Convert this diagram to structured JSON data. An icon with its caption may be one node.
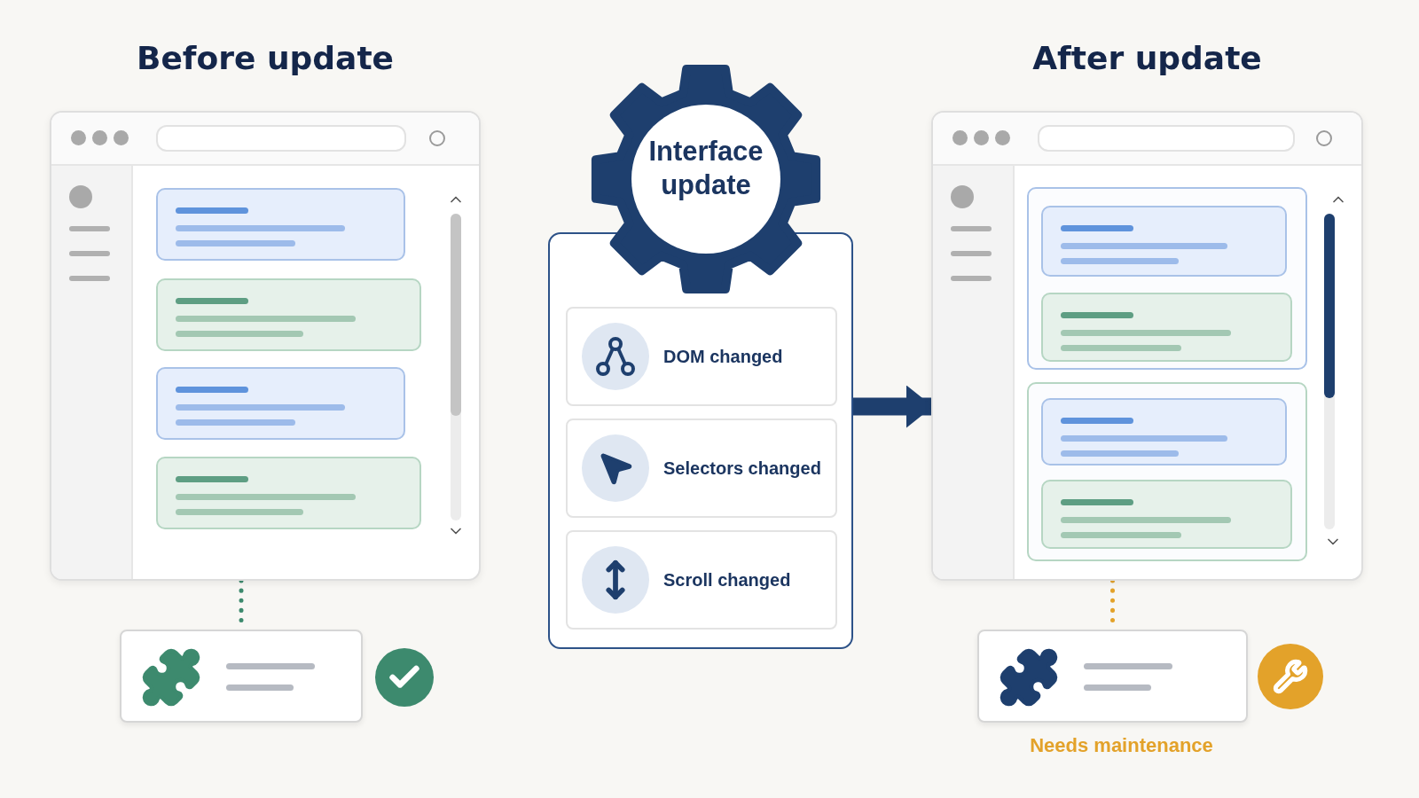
{
  "diagram": {
    "nodes": [
      {
        "text": [
          "Before update"
        ]
      },
      {
        "text": [
          "Interface update"
        ]
      },
      {
        "text": [],
        "shape": "box"
      },
      {
        "text": [
          "DOM changed"
        ],
        "in": 2
      },
      {
        "text": [
          "Selectors changed"
        ],
        "in": 2
      },
      {
        "text": [
          "Scroll changed"
        ],
        "in": 2
      },
      {
        "text": [
          "After update"
        ]
      },
      {
        "text": [],
        "shape": "box"
      },
      {
        "text": [],
        "shape": "box",
        "beside": [
          "Needs maintenance"
        ]
      }
    ],
    "edges": [
      {
        "from": 0,
        "to": 7,
        "arrow": "none",
        "style": "dashed",
        "color": "#3d8a6e"
      },
      {
        "from": 2,
        "to": 6,
        "arrow": "to",
        "style": "thick",
        "color": "#1e3f6e"
      },
      {
        "from": 6,
        "to": 8,
        "arrow": "none",
        "style": "dashed",
        "color": "#e3a22a"
      }
    ]
  }
}
